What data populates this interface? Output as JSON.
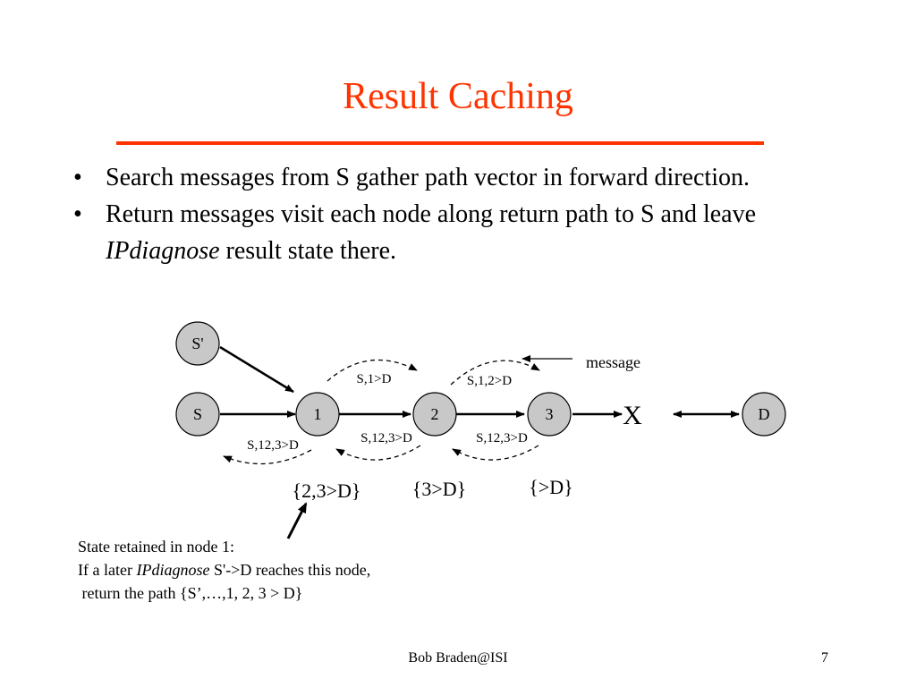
{
  "slide": {
    "title": "Result Caching",
    "title_color": "#ff3300",
    "bullets": [
      {
        "text": "Search messages from S gather path vector in forward direction."
      },
      {
        "pre": "Return messages visit each node along return path to S and leave ",
        "em": "IPdiagnose",
        "post": " result state there."
      }
    ]
  },
  "diagram": {
    "nodes": {
      "s_prime": "S'",
      "s": "S",
      "n1": "1",
      "n2": "2",
      "n3": "3",
      "d": "D"
    },
    "node_fill": "#c8c8c8",
    "break_mark": "X",
    "message_label": "message",
    "forward_labels": [
      "S,1>D",
      "S,1,2>D"
    ],
    "return_labels": [
      "S,12,3>D",
      "S,12,3>D",
      "S,12,3>D"
    ],
    "state_labels": [
      "{2,3>D}",
      "{3>D}",
      "{>D}"
    ]
  },
  "note": {
    "line1": "State retained in node 1:",
    "line2_pre": "If a later ",
    "line2_em": "IPdiagnose",
    "line2_post": " S'->D reaches this node,",
    "line3": " return the path {S’,…,1, 2, 3 > D}"
  },
  "footer": {
    "author": "Bob Braden@ISI",
    "page": "7"
  }
}
